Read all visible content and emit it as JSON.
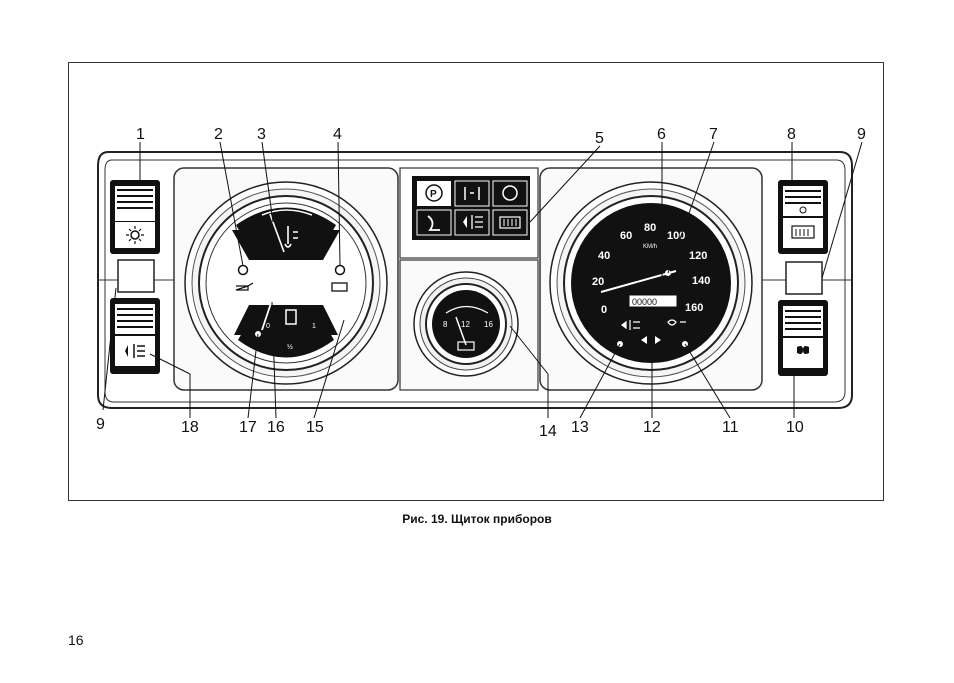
{
  "figure": {
    "caption": "Рис. 19. Щиток приборов",
    "callouts": {
      "c1": "1",
      "c2": "2",
      "c3": "3",
      "c4": "4",
      "c5": "5",
      "c6": "6",
      "c7": "7",
      "c8": "8",
      "c9a": "9",
      "c9b": "9",
      "c10": "10",
      "c11": "11",
      "c12": "12",
      "c13": "13",
      "c14": "14",
      "c15": "15",
      "c16": "16",
      "c17": "17",
      "c18": "18"
    },
    "speedometer": {
      "scale": [
        "0",
        "20",
        "40",
        "60",
        "80",
        "100",
        "120",
        "140",
        "160"
      ],
      "unit": "KM/h",
      "odometer": "00000"
    },
    "voltmeter": {
      "scale": [
        "8",
        "12",
        "16"
      ]
    },
    "fuel_gauge": {
      "marks": [
        "0",
        "½",
        "1"
      ]
    }
  },
  "page": {
    "number": "16"
  }
}
